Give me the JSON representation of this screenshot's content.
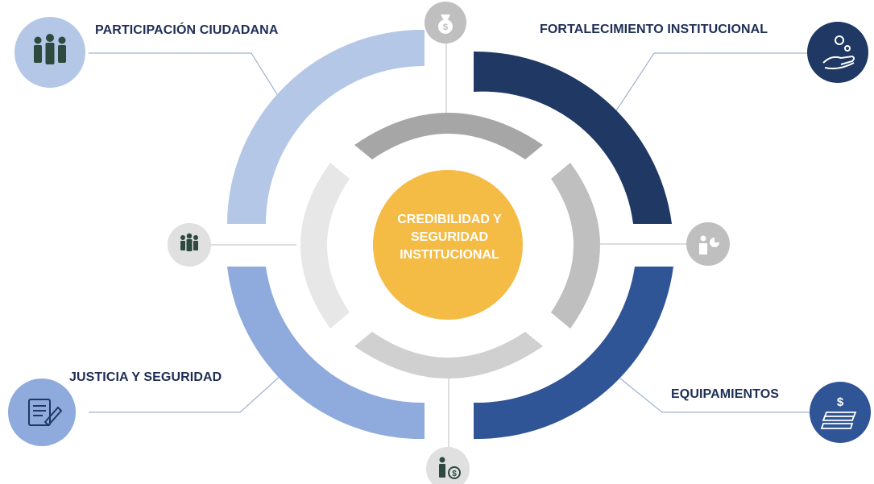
{
  "center": {
    "line1": "CREDIBILIDAD Y",
    "line2": "SEGURIDAD",
    "line3": "INSTITUCIONAL"
  },
  "labels": {
    "participacion": "PARTICIPACIÓN CIUDADANA",
    "fortalecimiento": "FORTALECIMIENTO INSTITUCIONAL",
    "justicia": "JUSTICIA Y SEGURIDAD",
    "equipamientos": "EQUIPAMIENTOS"
  },
  "icons": {
    "participacion": "people-group-icon",
    "fortalecimiento": "hand-coin-icon",
    "justicia": "document-pen-icon",
    "equipamientos": "money-stack-icon",
    "top": "money-bag-icon",
    "left": "people-group-icon",
    "right": "presenter-chart-icon",
    "bottom": "person-coin-icon"
  },
  "colors": {
    "outer_top_left": "#b4c7e7",
    "outer_top_right": "#1f3864",
    "outer_bottom_left": "#8faadc",
    "outer_bottom_right": "#2f5597",
    "inner_top": "#a6a6a6",
    "inner_right": "#bfbfbf",
    "inner_bottom": "#d0d0d0",
    "inner_left": "#e7e7e7",
    "center": "#f4bb45",
    "satellite": "#bfbfbf",
    "label_text": "#1f2e55"
  }
}
